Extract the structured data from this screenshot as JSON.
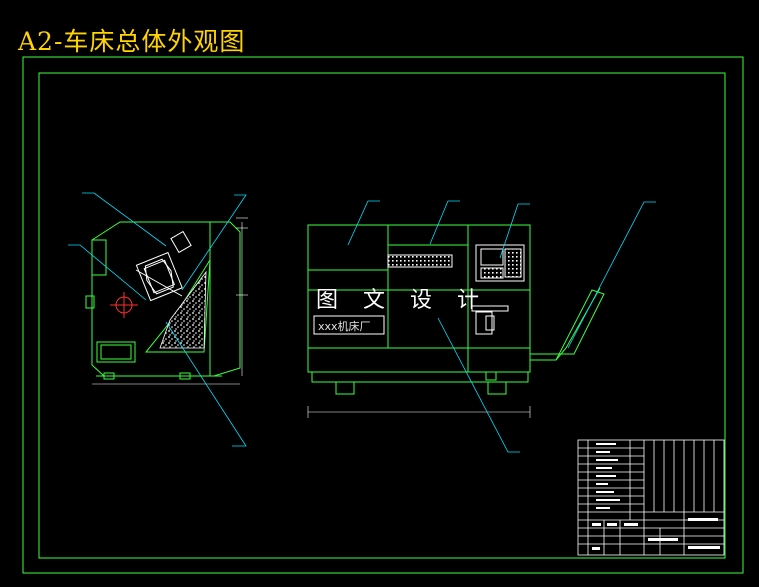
{
  "drawing": {
    "title": "A2-车床总体外观图",
    "watermark": "图 文 设 计",
    "factory_label": "xxx机床厂"
  },
  "colors": {
    "background": "#000000",
    "line": "#3cff3c",
    "detail": "#ffffff",
    "leader": "#00e0ff",
    "accent": "#ff3030",
    "title": "#ffd400"
  }
}
